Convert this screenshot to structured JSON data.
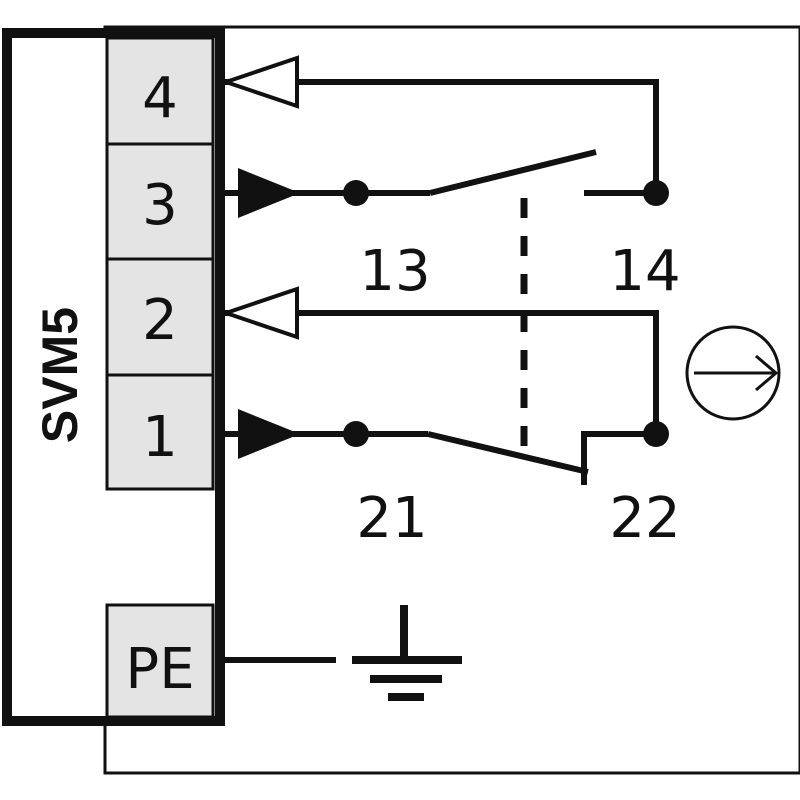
{
  "colors": {
    "line": "#111111",
    "terminal_fill": "#e4e4e4",
    "background": "#ffffff"
  },
  "device": {
    "label": "SVM5"
  },
  "terminals": [
    {
      "id": "4",
      "label": "4"
    },
    {
      "id": "3",
      "label": "3"
    },
    {
      "id": "2",
      "label": "2"
    },
    {
      "id": "1",
      "label": "1"
    },
    {
      "id": "pe",
      "label": "PE"
    }
  ],
  "contacts": {
    "no": {
      "left_label": "13",
      "right_label": "14"
    },
    "nc": {
      "left_label": "21",
      "right_label": "22"
    }
  },
  "symbols": {
    "input_arrow": "filled-arrow-icon",
    "output_arrow": "hollow-arrow-icon",
    "ground": "ground-icon",
    "positive_opening": "positive-opening-icon"
  }
}
